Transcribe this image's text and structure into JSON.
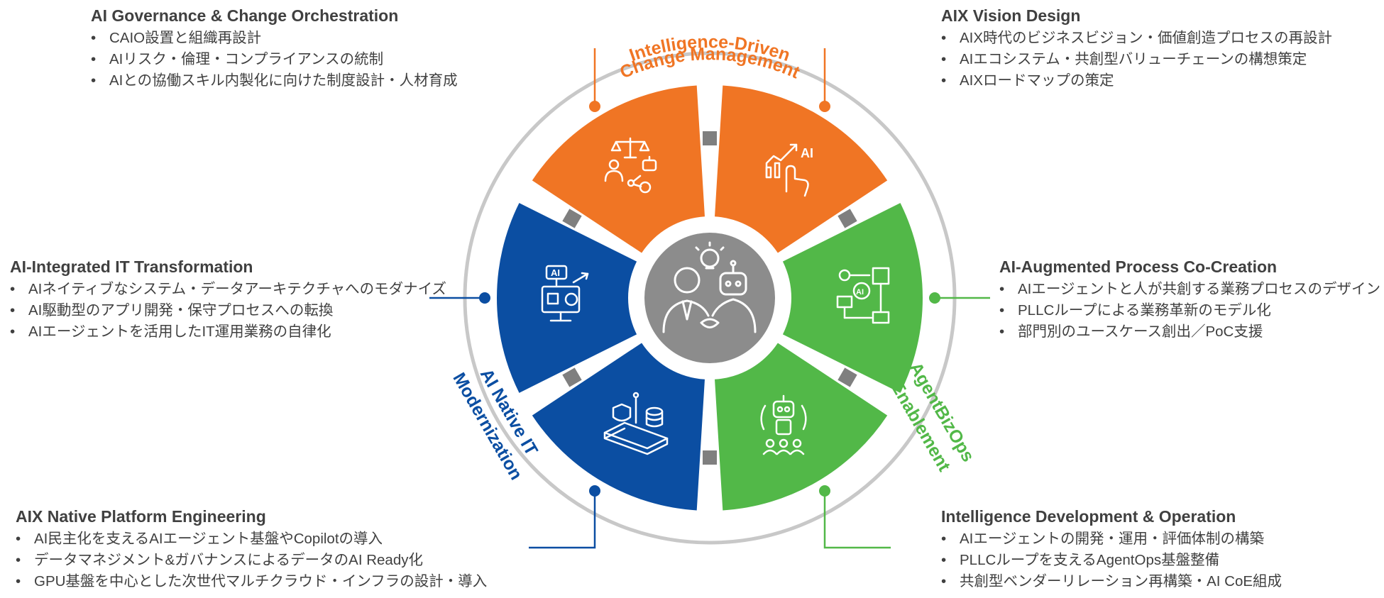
{
  "colors": {
    "orange": "#F07524",
    "green": "#52B848",
    "blue": "#0B4EA2",
    "gray_center": "#8C8C8C",
    "ring": "#C8C8C8",
    "connector": "#7F7F7F",
    "text": "#404040"
  },
  "ring_labels": {
    "top_line1": "Intelligence-Driven",
    "top_line2": "Change Management",
    "right_line1": "AgentBizOps",
    "right_line2": "Enablement",
    "left_line1": "AI Native IT",
    "left_line2": "Modernization"
  },
  "segment_icons": {
    "top_left": "governance-scale-robot-icon",
    "top_right": "ai-growth-chart-hand-icon",
    "right": "process-flow-ai-icon",
    "bottom_right": "robot-team-icon",
    "bottom_left": "security-platform-database-icon",
    "left": "ai-computer-gear-icon",
    "center": "human-robot-handshake-icon"
  },
  "blocks": {
    "top_left": {
      "title": "AI Governance & Change Orchestration",
      "items": [
        "CAIO設置と組織再設計",
        "AIリスク・倫理・コンプライアンスの統制",
        "AIとの協働スキル内製化に向けた制度設計・人材育成"
      ]
    },
    "top_right": {
      "title": "AIX Vision Design",
      "items": [
        "AIX時代のビジネスビジョン・価値創造プロセスの再設計",
        "AIエコシステム・共創型バリューチェーンの構想策定",
        "AIXロードマップの策定"
      ]
    },
    "mid_left": {
      "title": "AI-Integrated IT Transformation",
      "items": [
        "AIネイティブなシステム・データアーキテクチャへのモダナイズ",
        "AI駆動型のアプリ開発・保守プロセスへの転換",
        "AIエージェントを活用したIT運用業務の自律化"
      ]
    },
    "mid_right": {
      "title": "AI-Augmented Process Co-Creation",
      "items": [
        "AIエージェントと人が共創する業務プロセスのデザイン",
        "PLLCループによる業務革新のモデル化",
        "部門別のユースケース創出／PoC支援"
      ]
    },
    "bottom_left": {
      "title": "AIX Native Platform Engineering",
      "items": [
        "AI民主化を支えるAIエージェント基盤やCopilotの導入",
        "データマネジメント&ガバナンスによるデータのAI Ready化",
        "GPU基盤を中心とした次世代マルチクラウド・インフラの設計・導入"
      ]
    },
    "bottom_right": {
      "title": "Intelligence Development & Operation",
      "items": [
        "AIエージェントの開発・運用・評価体制の構築",
        "PLLCループを支えるAgentOps基盤整備",
        "共創型ベンダーリレーション再構築・AI CoE組成"
      ]
    }
  }
}
